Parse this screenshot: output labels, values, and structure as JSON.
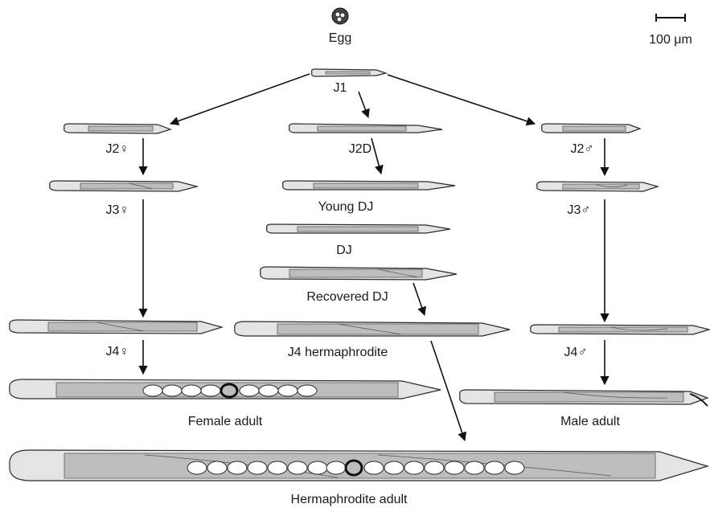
{
  "scale_bar": {
    "label": "100 μm"
  },
  "stages": {
    "egg": "Egg",
    "j1": "J1",
    "j2_female": "J2♀",
    "j2d": "J2D",
    "j2_male": "J2♂",
    "j3_female": "J3♀",
    "young_dj": "Young DJ",
    "j3_male": "J3♂",
    "dj": "DJ",
    "recovered_dj": "Recovered DJ",
    "j4_female": "J4♀",
    "j4_hermaphrodite": "J4 hermaphrodite",
    "j4_male": "J4♂",
    "female_adult": "Female adult",
    "male_adult": "Male adult",
    "hermaphrodite_adult": "Hermaphrodite adult"
  },
  "colors": {
    "ink": "#111111",
    "body_fill": "#e4e4e4",
    "gut_fill": "#bdbdbd"
  }
}
